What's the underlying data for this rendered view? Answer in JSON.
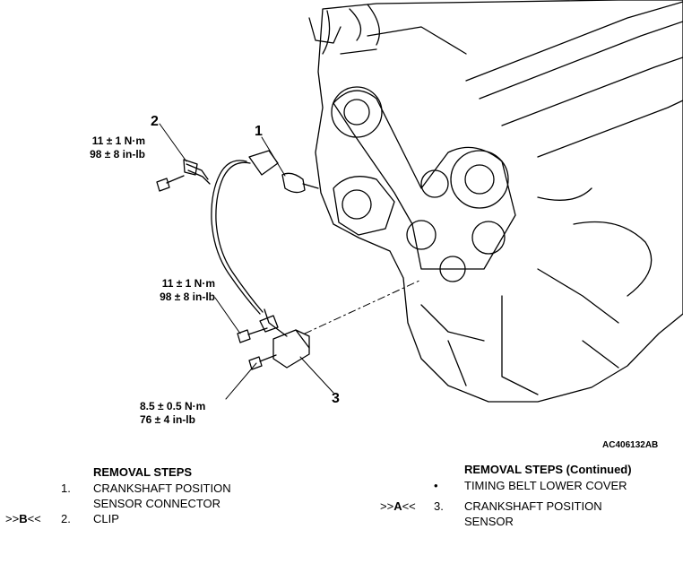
{
  "diagram": {
    "callouts": [
      {
        "number": "1"
      },
      {
        "number": "2"
      },
      {
        "number": "3"
      }
    ],
    "torques": [
      {
        "nm": "11 ± 1 N·m",
        "inlb": "98 ± 8 in-lb"
      },
      {
        "nm": "11 ± 1 N·m",
        "inlb": "98 ± 8 in-lb"
      },
      {
        "nm": "8.5 ± 0.5 N·m",
        "inlb": "76 ± 4 in-lb"
      }
    ],
    "figure_code": "AC406132AB"
  },
  "removal_steps": {
    "title": "REMOVAL STEPS",
    "items": [
      {
        "tag_prefix": "",
        "tag_letter": "",
        "tag_suffix": "",
        "num": "1.",
        "line1": "CRANKSHAFT POSITION",
        "line2": "SENSOR CONNECTOR"
      },
      {
        "tag_prefix": ">>",
        "tag_letter": "B",
        "tag_suffix": "<<",
        "num": "2.",
        "line1": "CLIP",
        "line2": ""
      }
    ]
  },
  "removal_steps_continued": {
    "title": "REMOVAL STEPS (Continued)",
    "items": [
      {
        "tag_prefix": "",
        "tag_letter": "",
        "tag_suffix": "",
        "num": "•",
        "line1": "TIMING BELT LOWER COVER",
        "line2": ""
      },
      {
        "tag_prefix": ">>",
        "tag_letter": "A",
        "tag_suffix": "<<",
        "num": "3.",
        "line1": "CRANKSHAFT POSITION",
        "line2": "SENSOR"
      }
    ]
  }
}
